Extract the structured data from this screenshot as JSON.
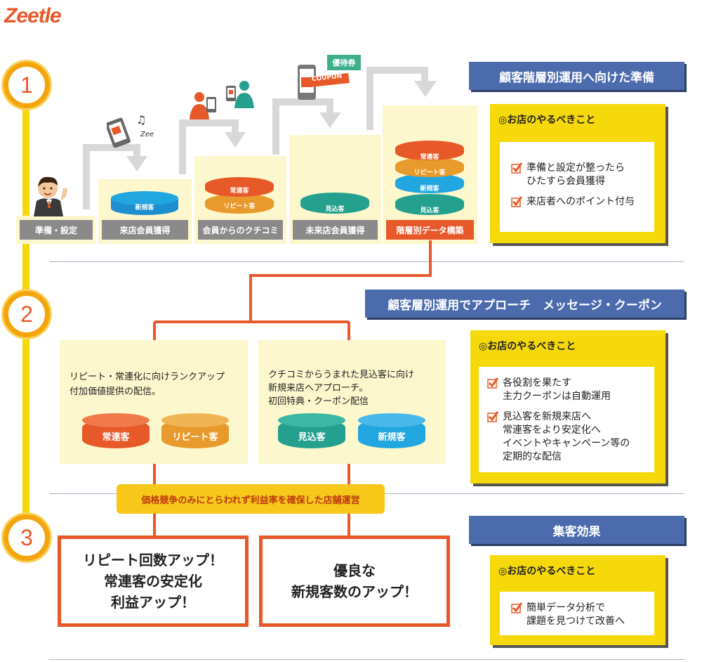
{
  "logo": "Zeetle",
  "stage_numbers": [
    "1",
    "2",
    "3"
  ],
  "section1": {
    "header": "顧客階層別運用へ向けた準備",
    "todo_title": "◎お店のやるべきこと",
    "todo_items": [
      "準備と設定が整ったら\nひたすら会員獲得",
      "来店者へのポイント付与"
    ],
    "steps": [
      {
        "label": "準備・設定"
      },
      {
        "label": "来店会員獲得",
        "disks": [
          "新規客"
        ]
      },
      {
        "label": "会員からのクチコミ",
        "disks": [
          "常連客",
          "リピート客"
        ]
      },
      {
        "label": "未来店会員獲得",
        "disks": [
          "見込客"
        ]
      },
      {
        "label": "階層別データ構築",
        "disks": [
          "常連客",
          "リピート客",
          "新規客",
          "見込客"
        ]
      }
    ],
    "icon_texts": {
      "music": "Zee",
      "coupon": "COUPON",
      "voucher": "優待券"
    }
  },
  "section2": {
    "header": "顧客層別運用でアプローチ　メッセージ・クーポン",
    "todo_title": "◎お店のやるべきこと",
    "todo_items": [
      "各役割を果たす\n主力クーポンは自動運用",
      "見込客を新規来店へ\n常連客をより安定化へ\nイベントやキャンペーン等の\n定期的な配信"
    ],
    "left_panel": {
      "text": "リピート・常連化に向けランクアップ\n付加価値提供の配信。",
      "disks": [
        "常連客",
        "リピート客"
      ]
    },
    "right_panel": {
      "text": "クチコミからうまれた見込客に向け\n新規来店へアプローチ。\n初回特典・クーポン配信",
      "disks": [
        "見込客",
        "新規客"
      ]
    }
  },
  "banner": "価格競争のみにとらわれず利益率を確保した店舗運営",
  "section3": {
    "header": "集客効果",
    "todo_title": "◎お店のやるべきこと",
    "todo_items": [
      "簡単データ分析で\n課題を見つけて改善へ"
    ],
    "result_left": "リピート回数アップ！\n常連客の安定化\n利益アップ！",
    "result_right": "優良な\n新規客数のアップ！"
  },
  "colors": {
    "orange": "#e8592a",
    "amber": "#e89a2c",
    "blue": "#22a6e0",
    "teal": "#25a08e",
    "yellow": "#f5d90a",
    "navy": "#4b6bad",
    "gray": "#8a8a8a"
  }
}
